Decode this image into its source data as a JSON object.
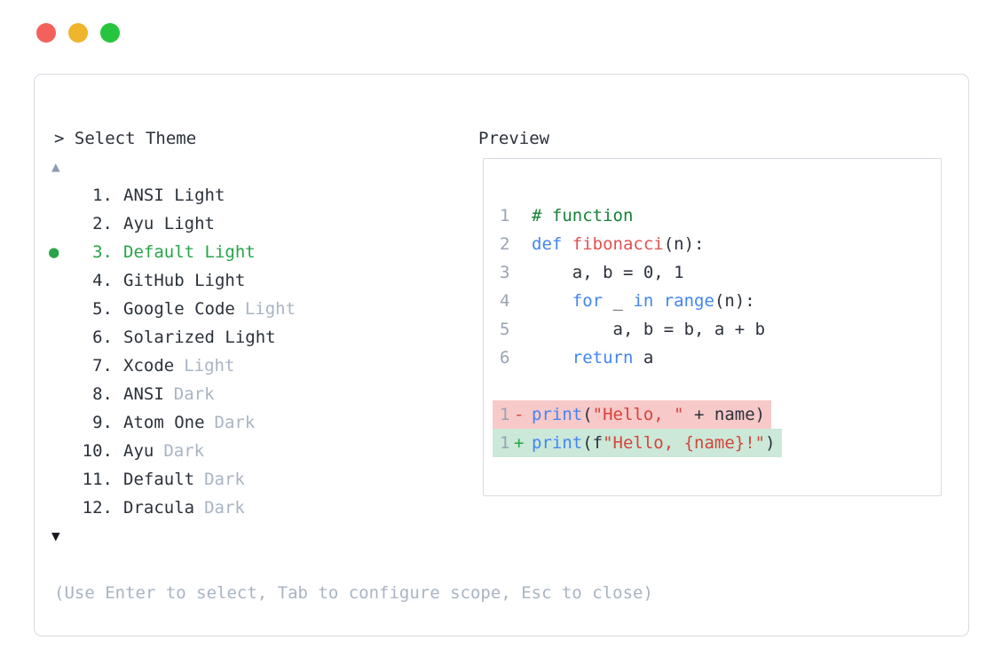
{
  "window": {
    "traffic_lights": {
      "close": "#f4615c",
      "minimize": "#f0b42d",
      "maximize": "#27c53f"
    }
  },
  "theme_picker": {
    "prompt": "> Select Theme",
    "scroll_up": "▲",
    "scroll_down": "▼",
    "items": [
      {
        "bullet": "",
        "number": "1.",
        "name": "ANSI Light",
        "muted": ""
      },
      {
        "bullet": "",
        "number": "2.",
        "name": "Ayu Light",
        "muted": ""
      },
      {
        "bullet": "●",
        "number": "3.",
        "name": "Default Light",
        "muted": ""
      },
      {
        "bullet": "",
        "number": "4.",
        "name": "GitHub Light",
        "muted": ""
      },
      {
        "bullet": "",
        "number": "5.",
        "name": "Google Code",
        "muted": "Light"
      },
      {
        "bullet": "",
        "number": "6.",
        "name": "Solarized Light",
        "muted": ""
      },
      {
        "bullet": "",
        "number": "7.",
        "name": "Xcode",
        "muted": "Light"
      },
      {
        "bullet": "",
        "number": "8.",
        "name": "ANSI",
        "muted": "Dark"
      },
      {
        "bullet": "",
        "number": "9.",
        "name": "Atom One",
        "muted": "Dark"
      },
      {
        "bullet": "",
        "number": "10.",
        "name": "Ayu",
        "muted": "Dark"
      },
      {
        "bullet": "",
        "number": "11.",
        "name": "Default",
        "muted": "Dark"
      },
      {
        "bullet": "",
        "number": "12.",
        "name": "Dracula",
        "muted": "Dark"
      }
    ],
    "help": "(Use Enter to select, Tab to configure scope, Esc to close)"
  },
  "preview": {
    "label": "Preview",
    "code": {
      "lines": [
        {
          "num": "1",
          "comment": "# function"
        },
        {
          "num": "2",
          "kw": "def ",
          "fn": "fibonacci",
          "rest": "(n):"
        },
        {
          "num": "3",
          "text": "    a, b = 0, 1"
        },
        {
          "num": "4",
          "p1": "    ",
          "k1": "for ",
          "p2": "_ ",
          "k2": "in range",
          "p3": "(n):"
        },
        {
          "num": "5",
          "text": "        a, b = b, a + b"
        },
        {
          "num": "6",
          "p1": "    ",
          "k1": "return",
          "p2": " a"
        }
      ]
    },
    "diff": {
      "removed": {
        "num": "1",
        "marker": "-",
        "fn": "print",
        "open": "(",
        "str": "\"Hello, \"",
        "rest": " + name)"
      },
      "added": {
        "num": "1",
        "marker": "+",
        "fn": "print",
        "open": "(f",
        "str": "\"Hello, {name}!\"",
        "rest": ")"
      }
    }
  },
  "colors": {
    "selected_green": "#27a449",
    "muted_gray": "#a9b4c3",
    "text_dark": "#2b313a",
    "comment_green": "#188038",
    "keyword_blue": "#4285f4",
    "function_red": "#e05252",
    "string_red": "#d6443c",
    "removed_bg": "#f7c9c9",
    "added_bg": "#cbe8d8",
    "border_gray": "#d7dbe2"
  }
}
